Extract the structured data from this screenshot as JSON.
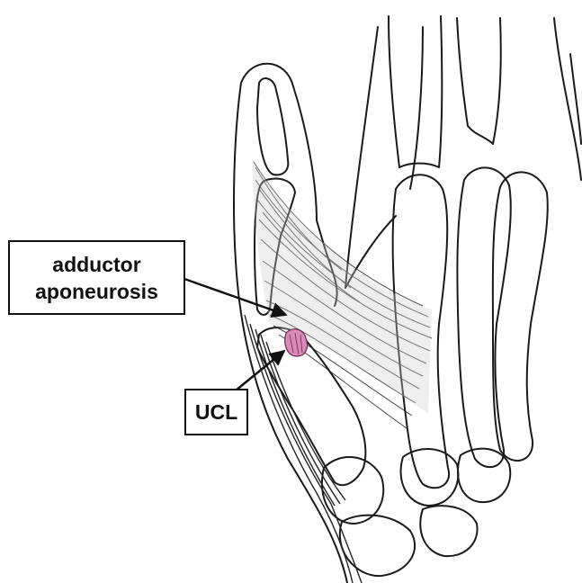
{
  "labels": {
    "adductor_line1": "adductor",
    "adductor_line2": "aponeurosis",
    "ucl": "UCL"
  },
  "colors": {
    "outline": "#1a1a1a",
    "aponeurosis_fill": "#cfcfcf",
    "ucl_highlight": "#d98ab8",
    "background": "#ffffff"
  }
}
